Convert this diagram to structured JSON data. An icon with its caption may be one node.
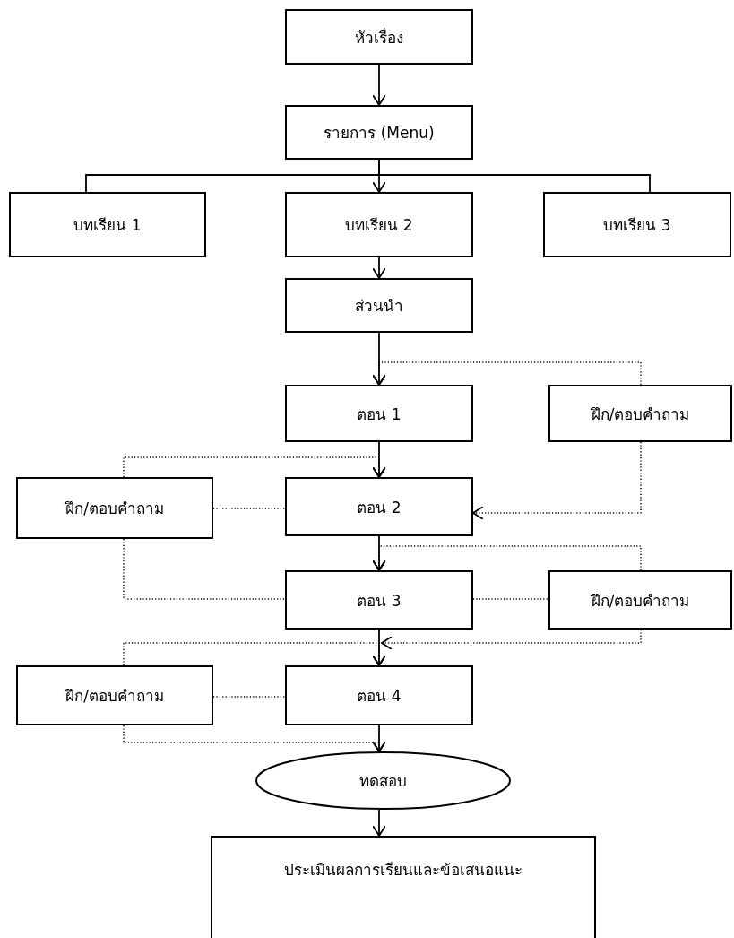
{
  "diagram": {
    "nodes": [
      {
        "text": [
          "หัวเรื่อง"
        ]
      },
      {
        "text": [
          "รายการ (Menu)"
        ]
      },
      {
        "text": [
          "บทเรียน 1"
        ]
      },
      {
        "text": [
          "บทเรียน 2"
        ]
      },
      {
        "text": [
          "บทเรียน 3"
        ]
      },
      {
        "text": [
          "ส่วนนำ"
        ]
      },
      {
        "text": [
          "ตอน 1"
        ]
      },
      {
        "text": [
          "ฝึก/ตอบคำถาม"
        ]
      },
      {
        "text": [
          "ฝึก/ตอบคำถาม"
        ]
      },
      {
        "text": [
          "ตอน 2"
        ]
      },
      {
        "text": [
          "ตอน 3"
        ]
      },
      {
        "text": [
          "ฝึก/ตอบคำถาม"
        ]
      },
      {
        "text": [
          "ฝึก/ตอบคำถาม"
        ]
      },
      {
        "text": [
          "ตอน 4"
        ]
      },
      {
        "text": [
          "ทดสอบ"
        ]
      },
      {
        "text": [
          "ประเมินผลการเรียนและข้อเสนอแนะ"
        ]
      }
    ],
    "edges": [
      {
        "from": 0,
        "to": 1,
        "arrow": "to"
      },
      {
        "from": 1,
        "to": 2,
        "arrow": "none"
      },
      {
        "from": 1,
        "to": 3,
        "arrow": "to"
      },
      {
        "from": 1,
        "to": 4,
        "arrow": "none"
      },
      {
        "from": 3,
        "to": 5,
        "arrow": "to"
      },
      {
        "from": 5,
        "to": 6,
        "arrow": "to"
      },
      {
        "from": 7,
        "to": 6,
        "arrow": "to",
        "style": "dashed"
      },
      {
        "from": 6,
        "to": 9,
        "arrow": "to"
      },
      {
        "from": 8,
        "to": 9,
        "arrow": "to",
        "style": "dashed"
      },
      {
        "from": 8,
        "to": 9,
        "arrow": "none",
        "style": "dashed"
      },
      {
        "from": 7,
        "to": 9,
        "arrow": "to",
        "style": "dashed"
      },
      {
        "from": 9,
        "to": 10,
        "arrow": "to"
      },
      {
        "from": 11,
        "to": 10,
        "arrow": "to",
        "style": "dashed"
      },
      {
        "from": 8,
        "to": 10,
        "arrow": "none",
        "style": "dashed"
      },
      {
        "from": 10,
        "to": 11,
        "arrow": "none",
        "style": "dashed"
      },
      {
        "from": 11,
        "to": 13,
        "arrow": "to",
        "style": "dashed"
      },
      {
        "from": 10,
        "to": 13,
        "arrow": "to"
      },
      {
        "from": 12,
        "to": 13,
        "arrow": "to",
        "style": "dashed"
      },
      {
        "from": 12,
        "to": 13,
        "arrow": "none",
        "style": "dashed"
      },
      {
        "from": 12,
        "to": 14,
        "arrow": "to",
        "style": "dashed"
      },
      {
        "from": 13,
        "to": 14,
        "arrow": "to"
      },
      {
        "from": 14,
        "to": 15,
        "arrow": "to"
      }
    ]
  }
}
